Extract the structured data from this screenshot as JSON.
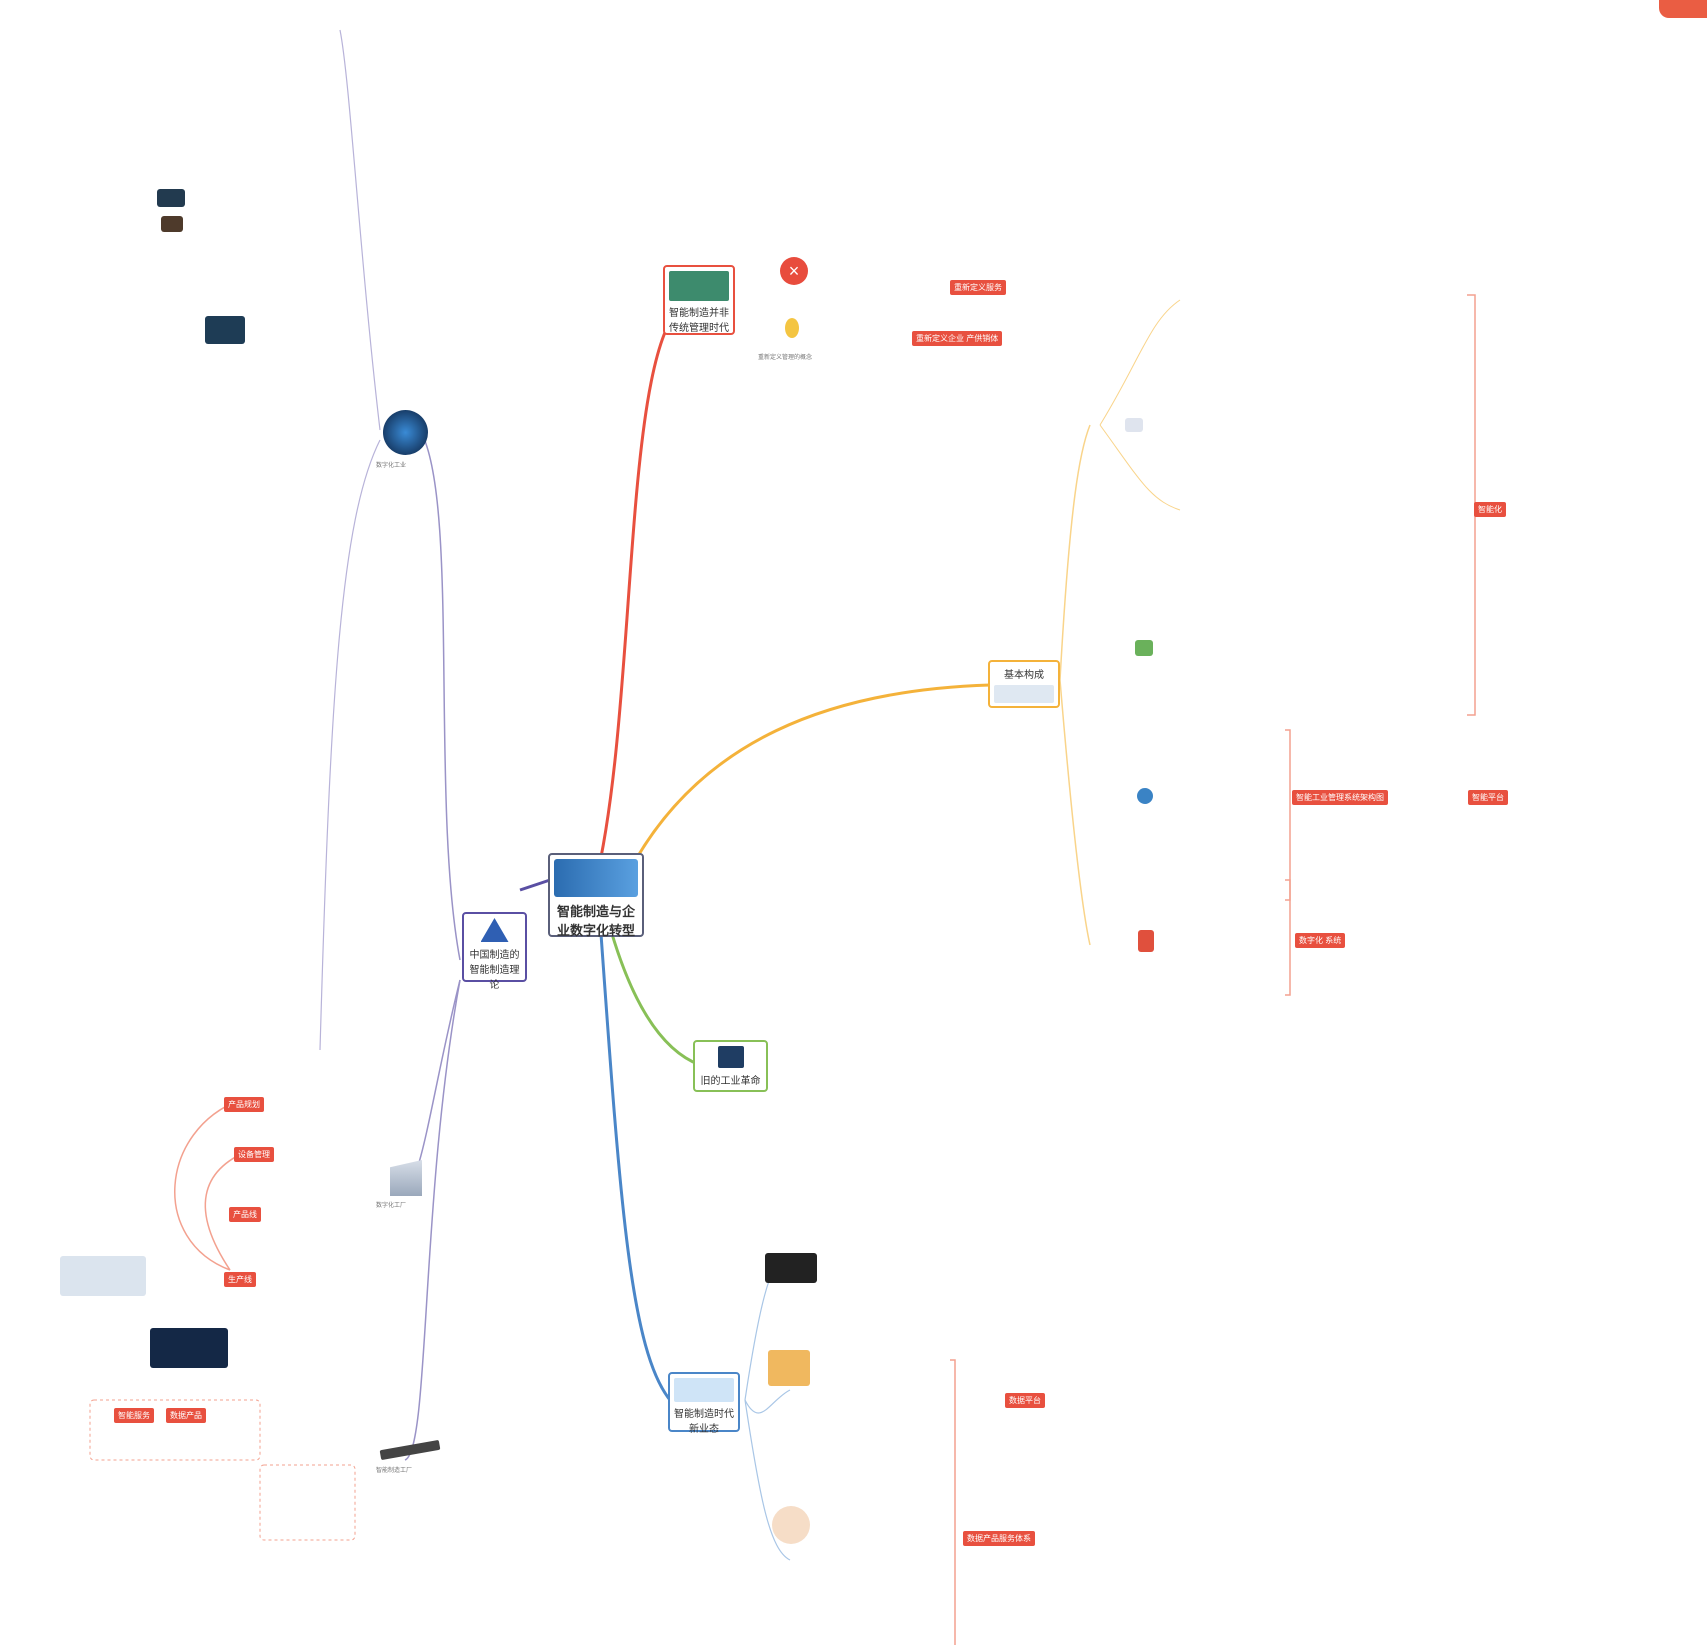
{
  "corner_tab": {
    "label": ""
  },
  "center": {
    "title": "智能制造与企业数字化转型"
  },
  "nodes": {
    "group": {
      "label": "中国制造的智能制造理论"
    },
    "top_branch": {
      "label": "智能制造并非传统管理时代"
    },
    "top_sub": {
      "label": "重新定义管理的概念"
    },
    "base": {
      "label": "基本构成"
    },
    "old_industry": {
      "label": "旧的工业革命"
    },
    "new_era": {
      "label": "智能制造时代新业态"
    },
    "smart_tag": {
      "label": "智能化"
    },
    "digital_industry": {
      "label": "数字化工业"
    },
    "digital_factory": {
      "label": "数字化工厂"
    },
    "smart_factory": {
      "label": "智能制造工厂"
    }
  },
  "tags": [
    "重新定义服务",
    "重新定义企业 产供销体",
    "智能化",
    "智能工业管理系统架构图",
    "智能平台",
    "数字化 系统",
    "产品规划",
    "设备管理",
    "产品线",
    "生产线",
    "智能服务",
    "数据产品",
    "数据平台",
    "数据产品服务体系"
  ],
  "colors": {
    "red": "#e8503f",
    "orange": "#f4b23a",
    "green": "#88c057",
    "blue": "#4a86c8",
    "purple": "#5a4fa3",
    "gray": "#8a8a8a"
  }
}
